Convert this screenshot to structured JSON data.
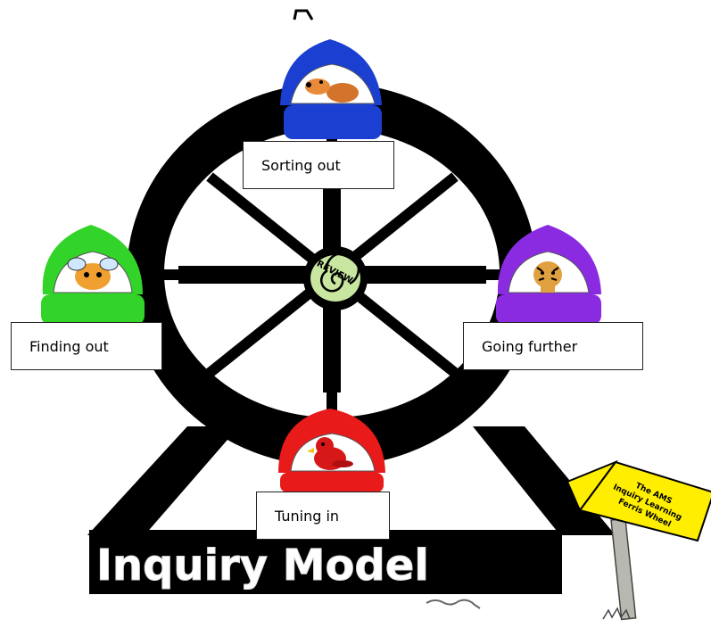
{
  "labels": {
    "top": "Sorting out",
    "left": "Finding out",
    "right": "Going further",
    "bottom": "Tuning in"
  },
  "hub_text": "REVIEW",
  "base_title": "Inquiry Model",
  "sign_lines": [
    "The AMS",
    "Inquiry Learning",
    "Ferris Wheel"
  ],
  "colors": {
    "wheel": "#000000",
    "hub": "#c8e6a0",
    "car_top": "#1a3fd1",
    "car_left": "#33d42a",
    "car_right": "#8a2be2",
    "car_bottom": "#e81a1a",
    "sign": "#ffee00"
  },
  "icons": {
    "top_car": "dog-icon",
    "left_car": "bee-icon",
    "right_car": "tiger-icon",
    "bottom_car": "bird-icon"
  }
}
